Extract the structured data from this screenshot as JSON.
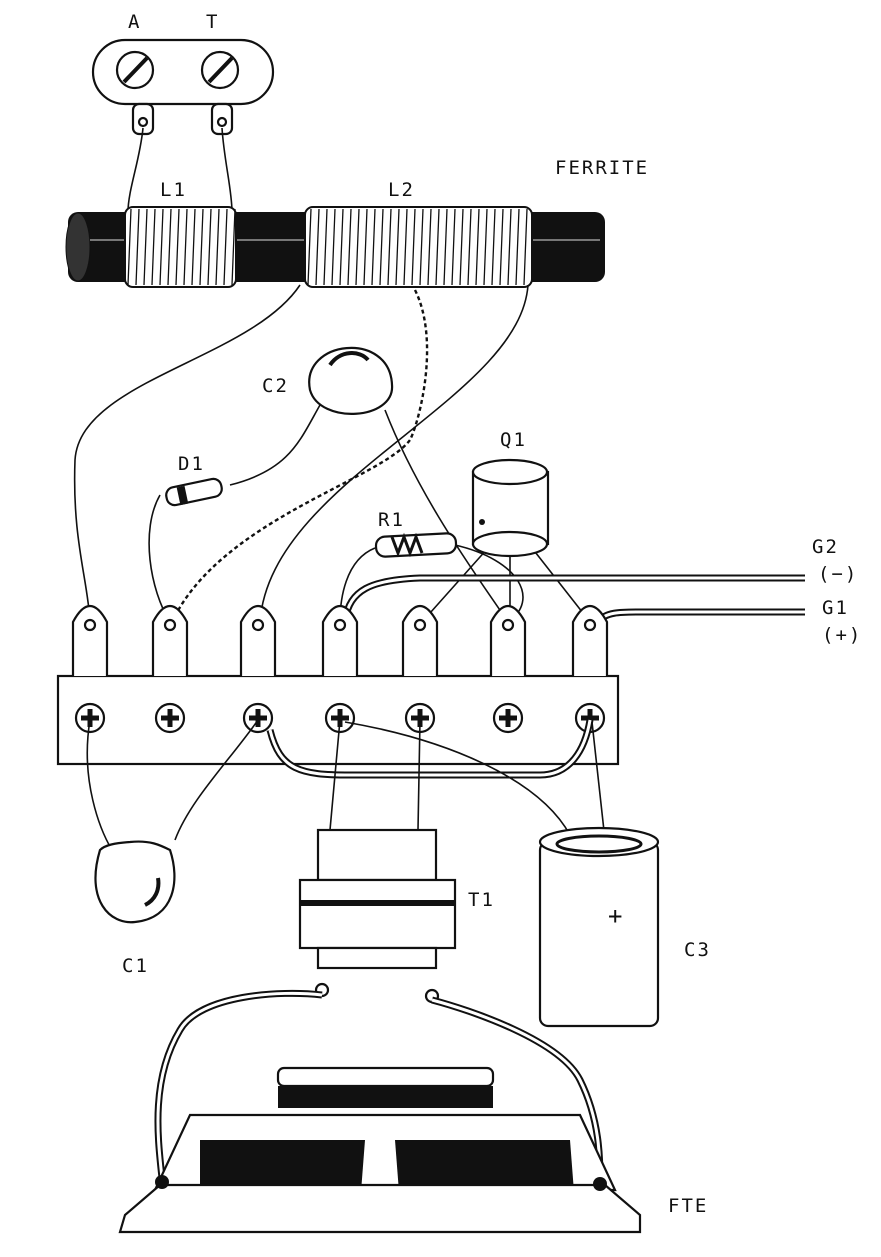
{
  "labels": {
    "antenna": "A",
    "ground": "T",
    "ferrite": "FERRITE",
    "l1": "L1",
    "l2": "L2",
    "c2": "C2",
    "d1": "D1",
    "q1": "Q1",
    "r1": "R1",
    "g2": "G2",
    "g2_polarity": "(−)",
    "g1": "G1",
    "g1_polarity": "(+)",
    "c1": "C1",
    "t1": "T1",
    "c3": "C3",
    "c3_plus": "+",
    "speaker": "FTE"
  }
}
